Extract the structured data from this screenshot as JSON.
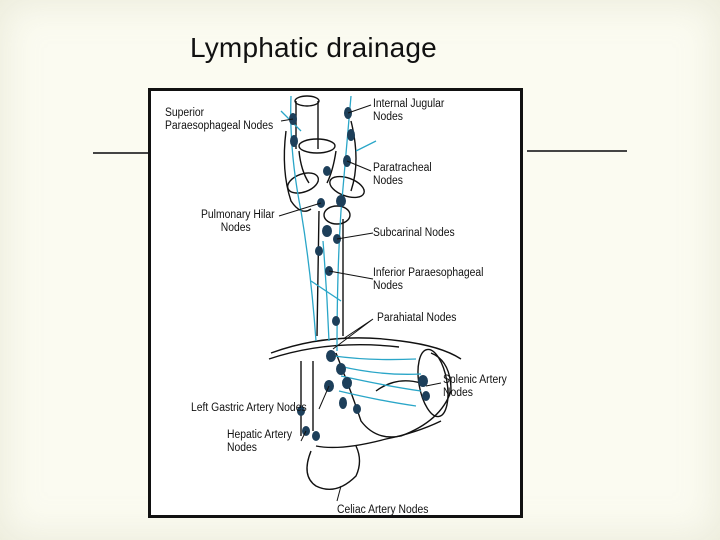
{
  "slide": {
    "title": "Lymphatic drainage"
  },
  "figure": {
    "labels": {
      "superior_paraesophageal_1": "Superior",
      "superior_paraesophageal_2": "Paraesophageal Nodes",
      "internal_jugular_1": "Internal Jugular",
      "internal_jugular_2": "Nodes",
      "paratracheal_1": "Paratracheal",
      "paratracheal_2": "Nodes",
      "pulmonary_hilar_1": "Pulmonary Hilar",
      "pulmonary_hilar_2": "Nodes",
      "subcarinal": "Subcarinal Nodes",
      "inferior_paraesophageal_1": "Inferior Paraesophageal",
      "inferior_paraesophageal_2": "Nodes",
      "parahiatal": "Parahiatal Nodes",
      "splenic_artery_1": "Splenic Artery",
      "splenic_artery_2": "Nodes",
      "left_gastric_artery": "Left Gastric Artery Nodes",
      "hepatic_artery_1": "Hepatic Artery",
      "hepatic_artery_2": "Nodes",
      "celiac_artery": "Celiac Artery Nodes"
    }
  },
  "colors": {
    "lymph_vessel": "#2aa6c8",
    "lymph_node": "#1d3f5a",
    "outline": "#111111"
  }
}
